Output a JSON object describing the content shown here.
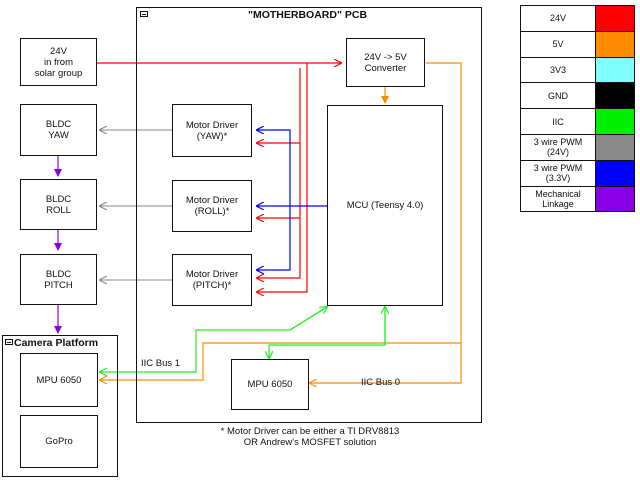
{
  "frames": {
    "pcb_title": "\"MOTHERBOARD\" PCB",
    "camera_title": "Camera Platform"
  },
  "boxes": {
    "solar": "24V\nin from\nsolar group",
    "bldc_yaw": "BLDC\nYAW",
    "bldc_roll": "BLDC\nROLL",
    "bldc_pitch": "BLDC\nPITCH",
    "driver_yaw": "Motor Driver\n(YAW)*",
    "driver_roll": "Motor Driver\n(ROLL)*",
    "driver_pitch": "Motor Driver\n(PITCH)*",
    "converter": "24V -> 5V\nConverter",
    "mcu": "MCU (Teensy 4.0)",
    "mpu_pcb": "MPU 6050",
    "mpu_camera": "MPU 6050",
    "gopro": "GoPro"
  },
  "labels": {
    "iic_bus_1": "IIC Bus 1",
    "iic_bus_0": "IIC Bus 0",
    "footnote": "* Motor Driver can be either a TI DRV8813\nOR Andrew's MOSFET solution"
  },
  "legend": [
    {
      "name": "24V",
      "color": "#ff0000"
    },
    {
      "name": "5V",
      "color": "#ff8c00"
    },
    {
      "name": "3V3",
      "color": "#80ffff"
    },
    {
      "name": "GND",
      "color": "#000000"
    },
    {
      "name": "IIC",
      "color": "#00ee00"
    },
    {
      "name": "3 wire PWM\n(24V)",
      "color": "#888888"
    },
    {
      "name": "3 wire PWM\n(3.3V)",
      "color": "#0000ff"
    },
    {
      "name": "Mechanical\nLinkage",
      "color": "#8a00e6"
    }
  ],
  "wire_colors": {
    "v24": "#ff0000",
    "v5": "#ff8c00",
    "iic": "#22ee22",
    "pwm24": "#888888",
    "pwm33": "#0000ff",
    "mech": "#8a00e6"
  }
}
